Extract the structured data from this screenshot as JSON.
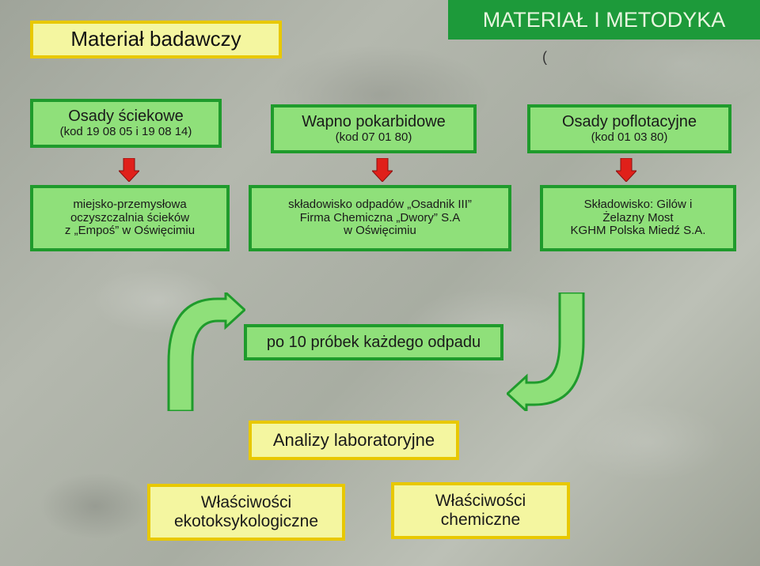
{
  "header": {
    "title": "MATERIAŁ I METODYKA",
    "stray_mark": "("
  },
  "material": {
    "label": "Materiał badawczy"
  },
  "sources": [
    {
      "title": "Osady ściekowe",
      "code": "(kod  19 08 05 i 19 08 14)"
    },
    {
      "title": "Wapno pokarbidowe",
      "code": "(kod 07 01 80)"
    },
    {
      "title": "Osady poflotacyjne",
      "code": "(kod 01 03 80)"
    }
  ],
  "origins": [
    {
      "line1": "miejsko-przemysłowa",
      "line2": "oczyszczalnia ścieków",
      "line3": "z „Empoś” w Oświęcimiu"
    },
    {
      "line1": "składowisko odpadów „Osadnik III”",
      "line2": "Firma  Chemiczna „Dwory” S.A",
      "line3": "w Oświęcimiu"
    },
    {
      "line1": "Składowisko: Gilów i",
      "line2": "Żelazny Most",
      "line3": "KGHM Polska Miedź S.A."
    }
  ],
  "samples": {
    "label": "po 10 próbek każdego odpadu"
  },
  "analyses": {
    "label": "Analizy laboratoryjne"
  },
  "properties": [
    {
      "line1": "Właściwości",
      "line2": "ekotoksykologiczne"
    },
    {
      "line1": "Właściwości",
      "line2": "chemiczne"
    }
  ],
  "colors": {
    "green_fill": "#8fe07a",
    "green_border": "#1f9b2c",
    "yellow_fill": "#f4f6a0",
    "yellow_border": "#e8c800",
    "header_fill": "#1d9a3a",
    "arrow_red": "#e0201a"
  }
}
